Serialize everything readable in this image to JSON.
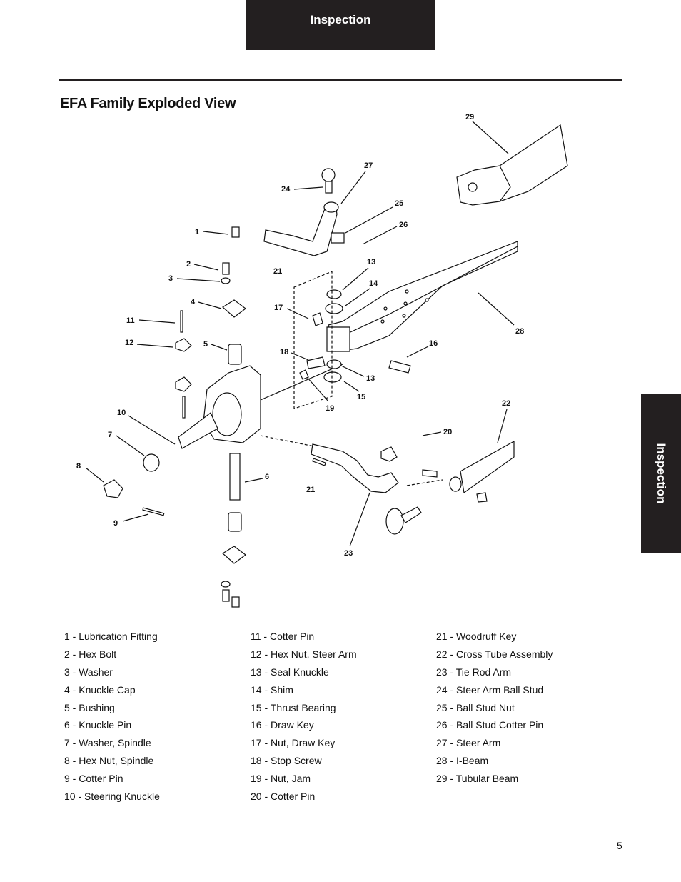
{
  "header": {
    "tab_label": "Inspection"
  },
  "side_tab": {
    "label": "Inspection"
  },
  "page_title": "EFA Family Exploded View",
  "diagram_labels": {
    "l1": "1",
    "l2": "2",
    "l3": "3",
    "l4": "4",
    "l5": "5",
    "l6": "6",
    "l7": "7",
    "l8": "8",
    "l9": "9",
    "l10": "10",
    "l11": "11",
    "l12": "12",
    "l13a": "13",
    "l13b": "13",
    "l14": "14",
    "l15": "15",
    "l16": "16",
    "l17": "17",
    "l18": "18",
    "l19": "19",
    "l20": "20",
    "l21a": "21",
    "l21b": "21",
    "l22": "22",
    "l23": "23",
    "l24": "24",
    "l25": "25",
    "l26": "26",
    "l27": "27",
    "l28": "28",
    "l29": "29"
  },
  "legend": {
    "col1": [
      "1 - Lubrication Fitting",
      "2 - Hex Bolt",
      "3 - Washer",
      "4 - Knuckle Cap",
      "5 - Bushing",
      "6 - Knuckle Pin",
      "7 - Washer, Spindle",
      "8 - Hex Nut, Spindle",
      "9 - Cotter Pin",
      "10 - Steering Knuckle"
    ],
    "col2": [
      "11 - Cotter Pin",
      "12 - Hex Nut, Steer Arm",
      "13 - Seal Knuckle",
      "14 - Shim",
      "15 - Thrust Bearing",
      "16 - Draw Key",
      "17 - Nut, Draw Key",
      "18 - Stop Screw",
      "19 - Nut, Jam",
      "20 - Cotter Pin"
    ],
    "col3": [
      "21 - Woodruff Key",
      "22 - Cross Tube Assembly",
      "23 - Tie Rod Arm",
      "24 - Steer Arm Ball Stud",
      "25 - Ball Stud Nut",
      "26 - Ball Stud Cotter Pin",
      "27 - Steer Arm",
      "28 - I-Beam",
      "29 - Tubular Beam"
    ]
  },
  "page_number": "5"
}
